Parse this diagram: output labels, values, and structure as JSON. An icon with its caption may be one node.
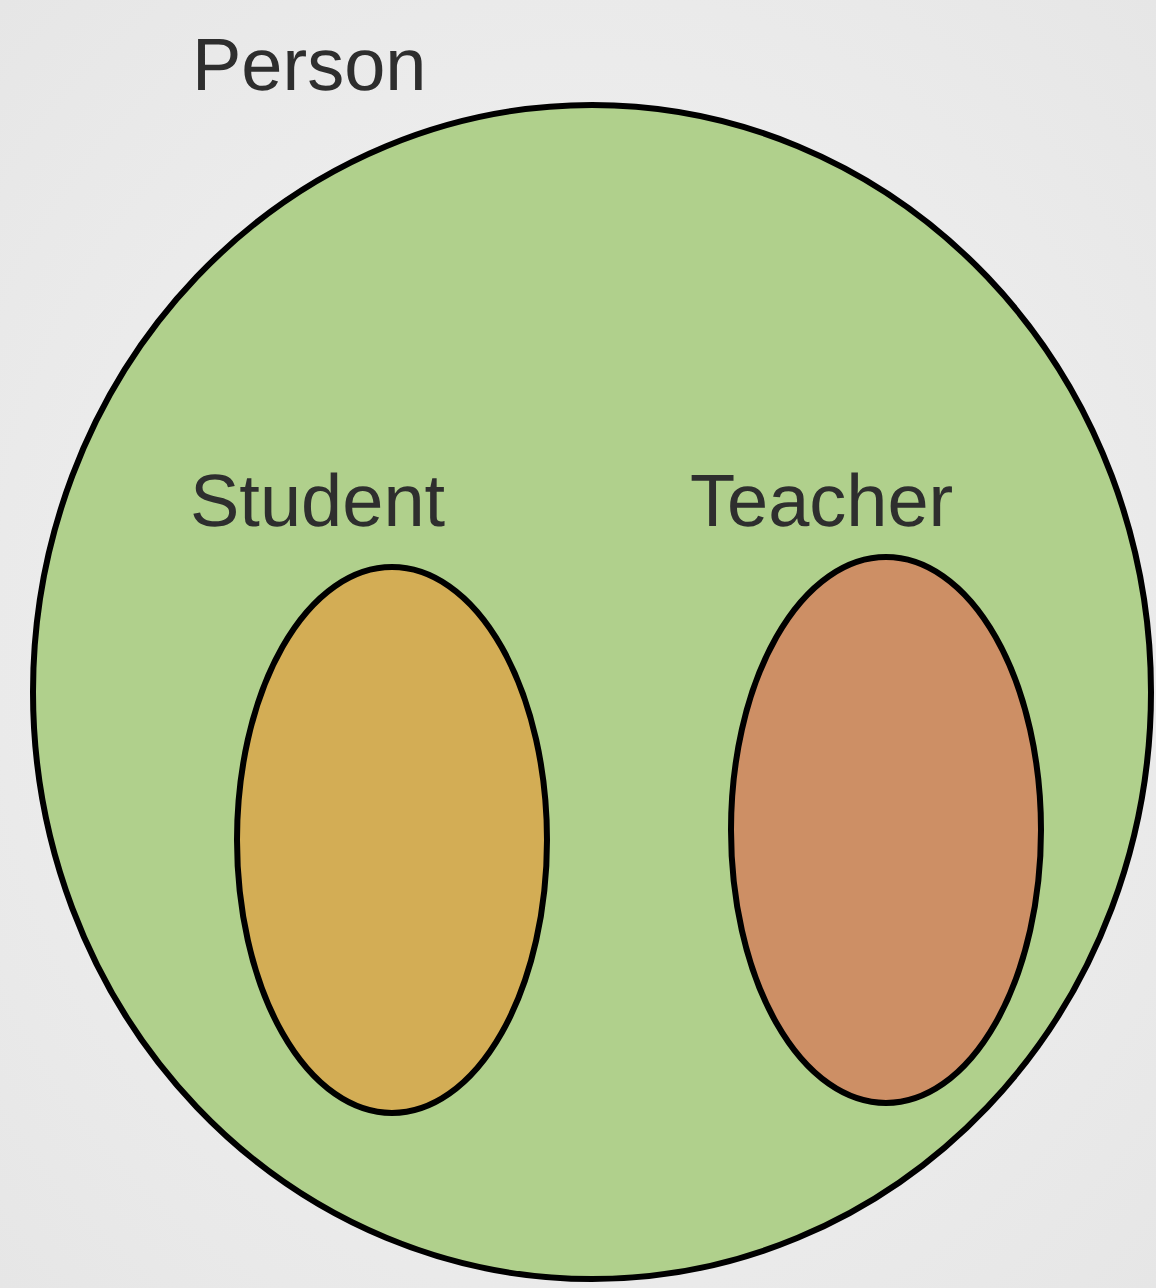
{
  "diagram": {
    "nodes": [
      {
        "text": [
          "Person"
        ]
      },
      {
        "text": [
          "Student"
        ],
        "in": 0
      },
      {
        "text": [
          "Teacher"
        ],
        "in": 0
      }
    ]
  }
}
